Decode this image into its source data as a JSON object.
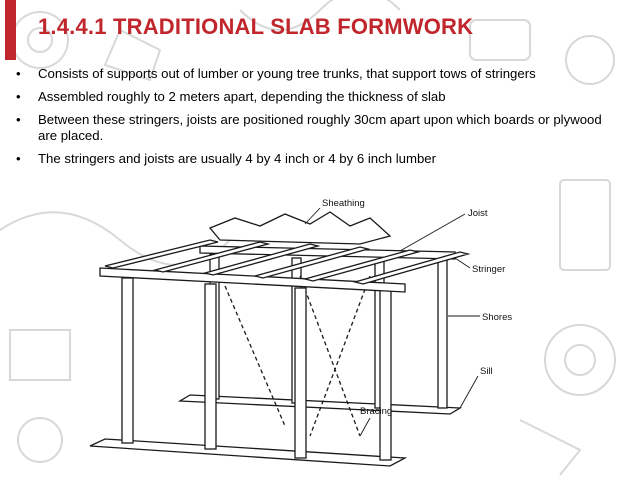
{
  "slide": {
    "title": "1.4.4.1 TRADITIONAL SLAB FORMWORK",
    "accent_color": "#c0262b",
    "bullets": [
      "Consists of supports out of lumber or young tree trunks, that support tows of stringers",
      "Assembled roughly  to 2 meters apart, depending the thickness of slab",
      "Between these stringers, joists are positioned roughly   30cm apart upon which boards or plywood are placed.",
      "The stringers and joists are usually 4 by 4 inch or 4 by 6 inch lumber"
    ],
    "bullet_marker": "•"
  },
  "diagram": {
    "labels": {
      "sheathing": "Sheathing",
      "joist": "Joist",
      "stringer": "Stringer",
      "shores": "Shores",
      "sill": "Sill",
      "bracing": "Bracing"
    }
  }
}
